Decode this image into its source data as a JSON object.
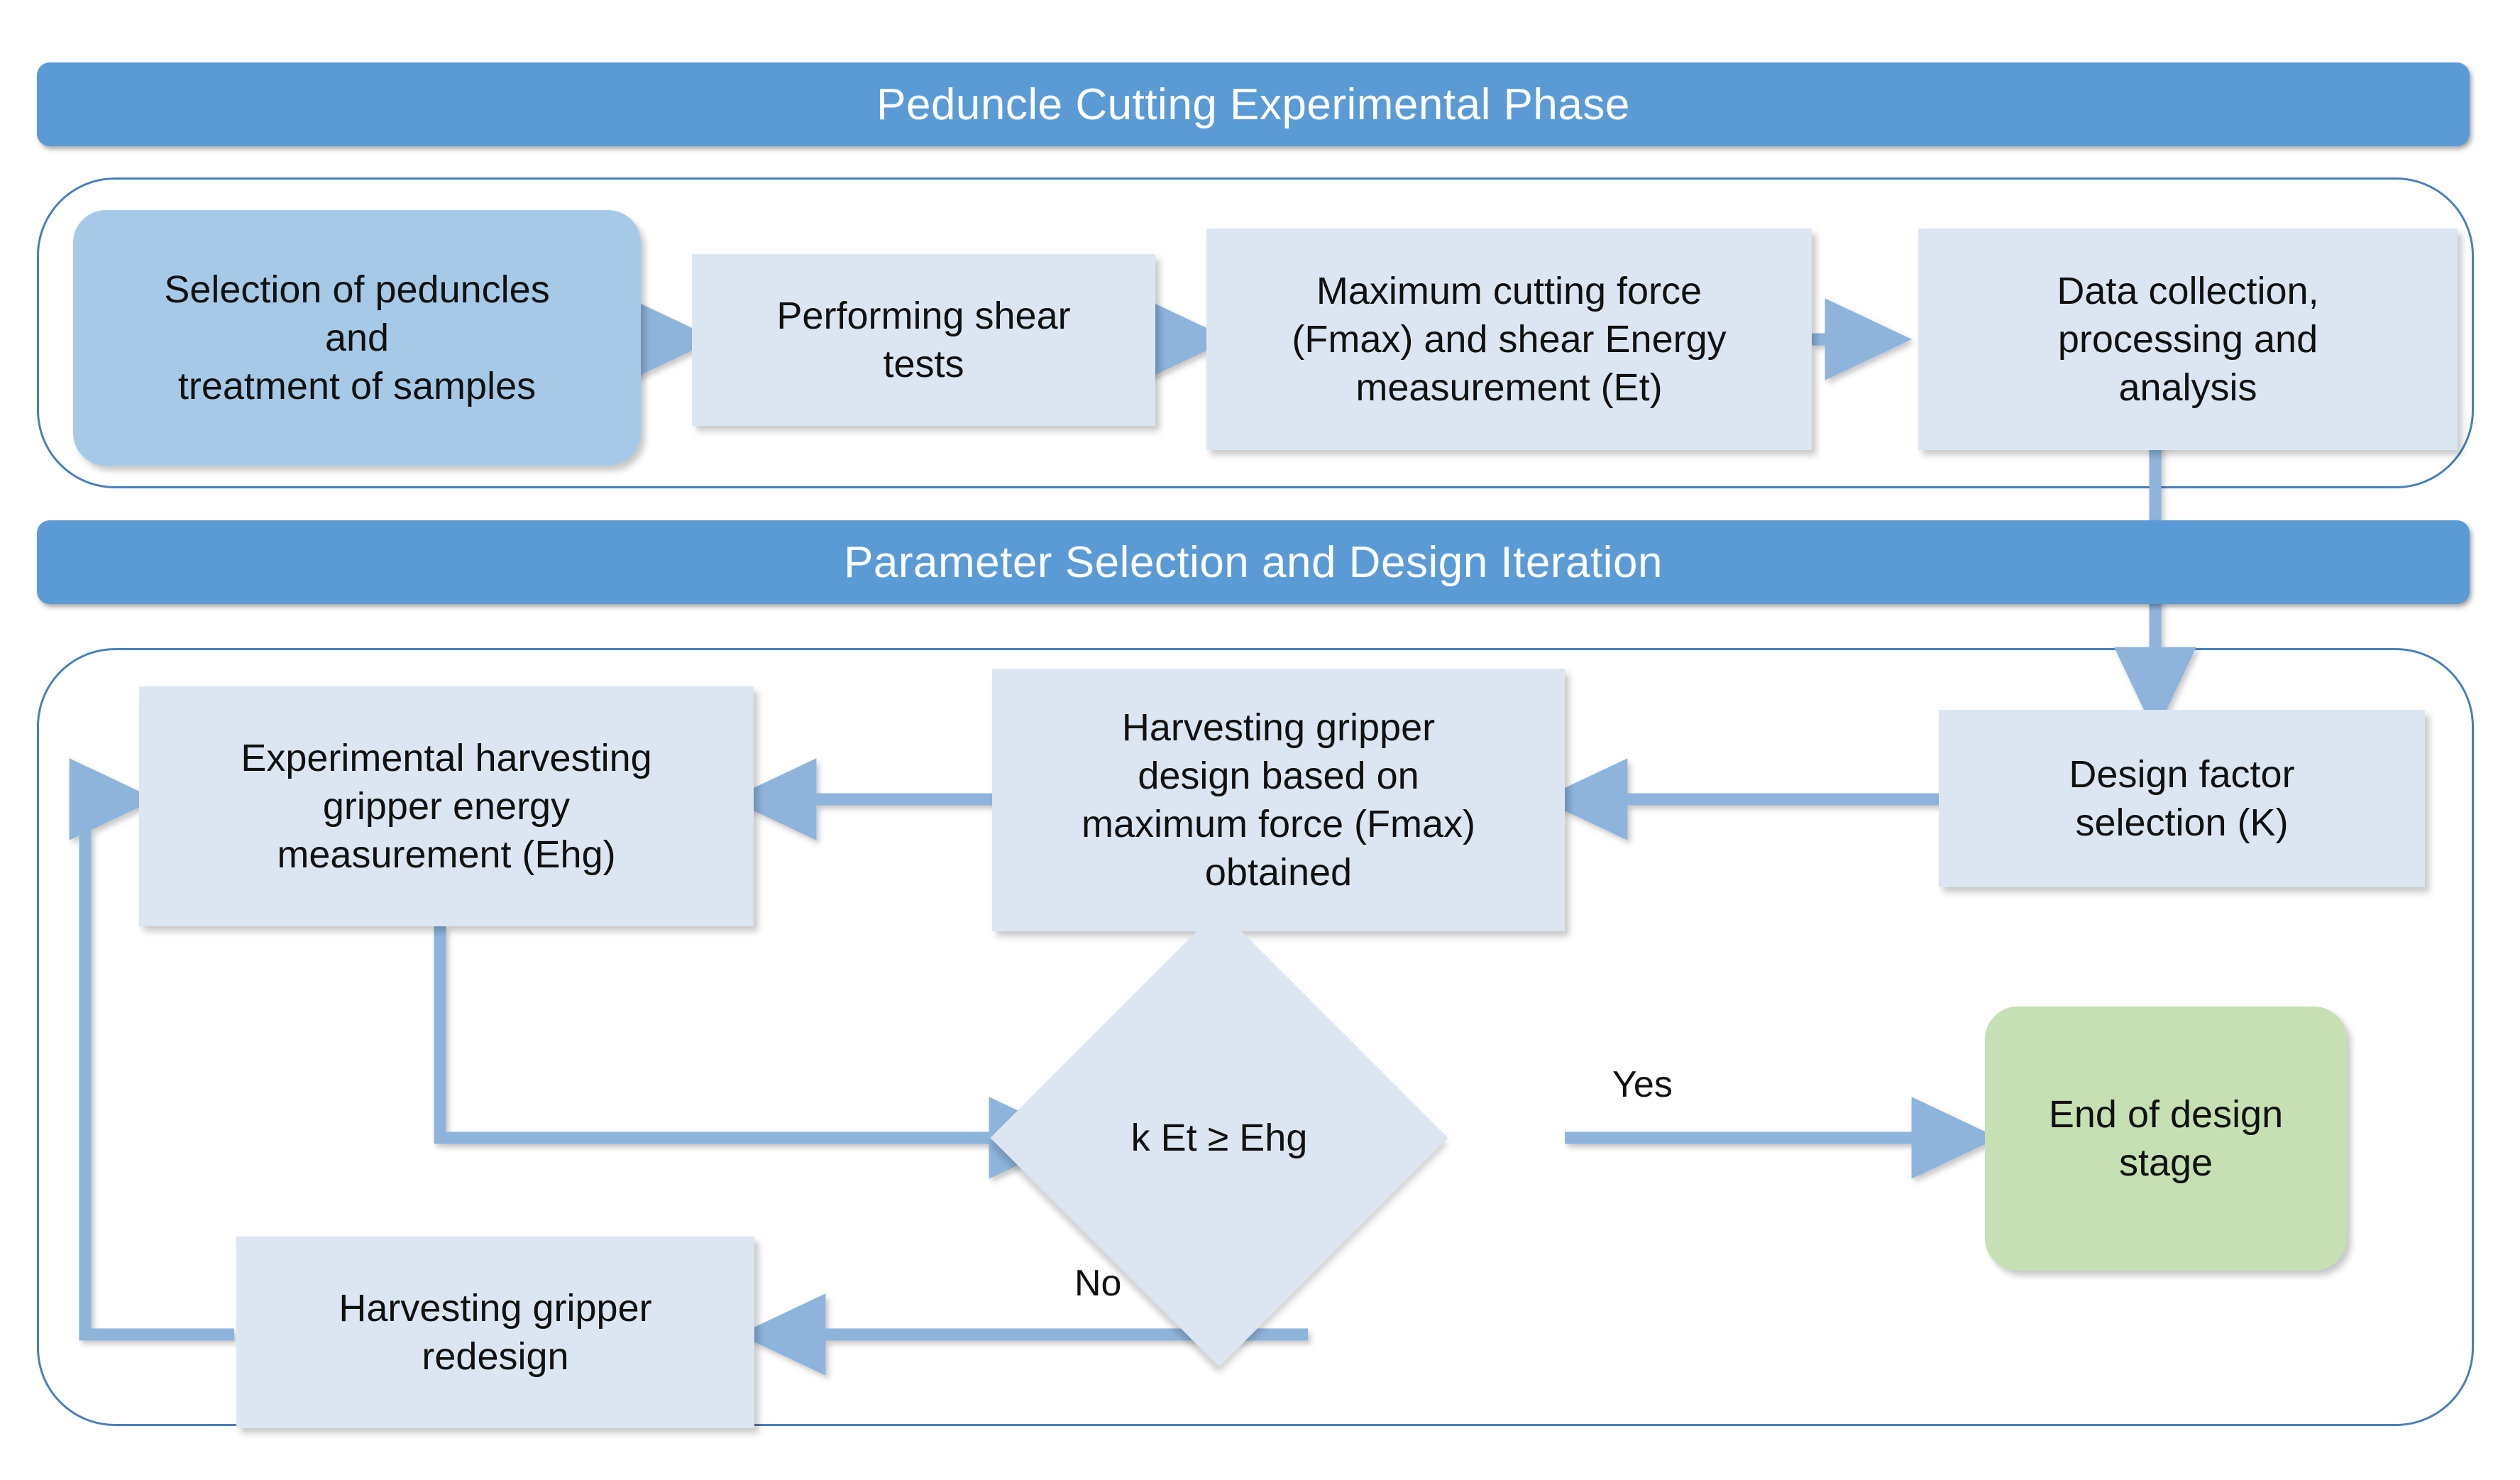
{
  "diagram": {
    "title": "Peduncle cutting and harvesting gripper design flowchart",
    "colors": {
      "banner_fill": "#5B9BD5",
      "banner_text": "#FFFFFF",
      "node_light_fill": "#DCE6F2",
      "node_blue_fill": "#A7C9E8",
      "node_green_fill": "#C6E0B4",
      "connector": "#8EB4DC",
      "container_border": "#4A7EBB",
      "text": "#111111"
    }
  },
  "sections": [
    {
      "id": "phase1",
      "banner": "Peduncle Cutting Experimental Phase"
    },
    {
      "id": "phase2",
      "banner": "Parameter Selection and Design Iteration"
    }
  ],
  "nodes": {
    "selection_of_peduncles": "Selection of peduncles\nand\ntreatment of samples",
    "performing_shear_tests": "Performing shear\ntests",
    "max_cutting_force": "Maximum cutting force\n(Fmax) and shear Energy\nmeasurement (Et)",
    "data_collection": "Data collection,\nprocessing and\nanalysis",
    "design_factor_selection": "Design factor\nselection (K)",
    "gripper_design": "Harvesting gripper\ndesign based on\nmaximum force (Fmax)\nobtained",
    "experimental_energy": "Experimental harvesting\ngripper energy\nmeasurement (Ehg)",
    "decision": "k Et ≥ Ehg",
    "end_of_design": "End of design\nstage",
    "gripper_redesign": "Harvesting gripper\nredesign"
  },
  "edge_labels": {
    "yes": "Yes",
    "no": "No"
  },
  "chart_data": {
    "type": "flowchart",
    "nodes": [
      {
        "id": "n1",
        "label": "Selection of peduncles and treatment of samples",
        "shape": "rounded-rect",
        "fill": "#A7C9E8",
        "section": "phase1"
      },
      {
        "id": "n2",
        "label": "Performing shear tests",
        "shape": "rect",
        "fill": "#DCE6F2",
        "section": "phase1"
      },
      {
        "id": "n3",
        "label": "Maximum cutting force (Fmax) and shear Energy measurement (Et)",
        "shape": "rect",
        "fill": "#DCE6F2",
        "section": "phase1"
      },
      {
        "id": "n4",
        "label": "Data collection, processing and analysis",
        "shape": "rect",
        "fill": "#DCE6F2",
        "section": "phase1"
      },
      {
        "id": "n5",
        "label": "Design factor selection (K)",
        "shape": "rect",
        "fill": "#DCE6F2",
        "section": "phase2"
      },
      {
        "id": "n6",
        "label": "Harvesting gripper design based on maximum force (Fmax) obtained",
        "shape": "rect",
        "fill": "#DCE6F2",
        "section": "phase2"
      },
      {
        "id": "n7",
        "label": "Experimental harvesting gripper energy measurement (Ehg)",
        "shape": "rect",
        "fill": "#DCE6F2",
        "section": "phase2"
      },
      {
        "id": "n8",
        "label": "k Et ≥ Ehg",
        "shape": "diamond",
        "fill": "#DCE6F2",
        "section": "phase2"
      },
      {
        "id": "n9",
        "label": "End of design stage",
        "shape": "rounded-rect",
        "fill": "#C6E0B4",
        "section": "phase2"
      },
      {
        "id": "n10",
        "label": "Harvesting gripper redesign",
        "shape": "rect",
        "fill": "#DCE6F2",
        "section": "phase2"
      }
    ],
    "edges": [
      {
        "from": "n1",
        "to": "n2",
        "label": ""
      },
      {
        "from": "n2",
        "to": "n3",
        "label": ""
      },
      {
        "from": "n3",
        "to": "n4",
        "label": ""
      },
      {
        "from": "n4",
        "to": "n5",
        "label": ""
      },
      {
        "from": "n5",
        "to": "n6",
        "label": ""
      },
      {
        "from": "n6",
        "to": "n7",
        "label": ""
      },
      {
        "from": "n7",
        "to": "n8",
        "label": ""
      },
      {
        "from": "n8",
        "to": "n9",
        "label": "Yes"
      },
      {
        "from": "n8",
        "to": "n10",
        "label": "No"
      },
      {
        "from": "n10",
        "to": "n7",
        "label": ""
      }
    ]
  }
}
